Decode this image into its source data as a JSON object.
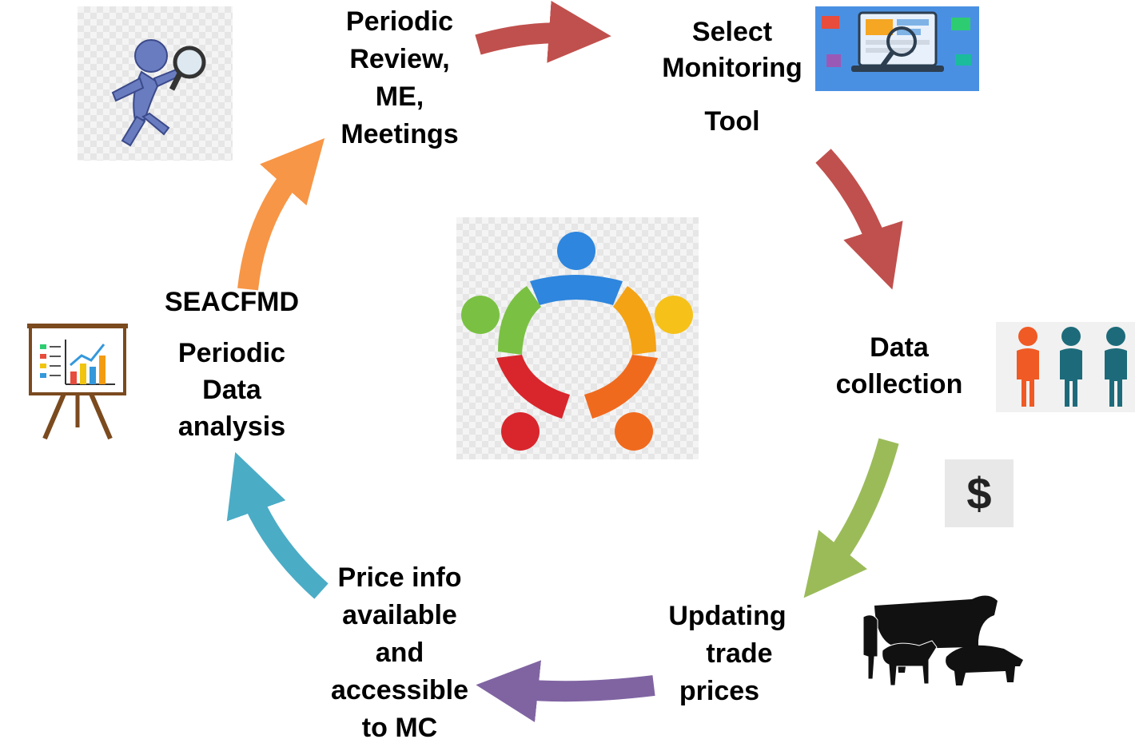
{
  "steps": {
    "review": {
      "lines": [
        "Periodic",
        "Review,",
        "ME,",
        "Meetings"
      ],
      "icon": "magnifier-person-icon"
    },
    "select_tool": {
      "lines": [
        "Select",
        "Monitoring",
        "Tool"
      ],
      "icon": "monitoring-dashboard-icon"
    },
    "data_collection": {
      "lines": [
        "Data",
        "collection"
      ],
      "icon": "people-icon"
    },
    "updating_prices": {
      "lines": [
        "Updating",
        "trade",
        "prices"
      ],
      "icons": [
        "dollar-icon",
        "livestock-icon"
      ]
    },
    "price_info": {
      "lines": [
        "Price info",
        "available",
        "and",
        "accessible",
        "to MC"
      ]
    },
    "analysis": {
      "lines": [
        "SEACFMD",
        "Periodic",
        "Data",
        "analysis"
      ],
      "icon": "chart-easel-icon"
    }
  },
  "center": {
    "icon": "teamwork-circle-icon"
  },
  "dollar_symbol": "$",
  "colors": {
    "red_arrow": "#c0504d",
    "green_arrow": "#9bbb59",
    "purple_arrow": "#8064a2",
    "teal_arrow": "#4bacc6",
    "orange_arrow": "#f79646"
  }
}
